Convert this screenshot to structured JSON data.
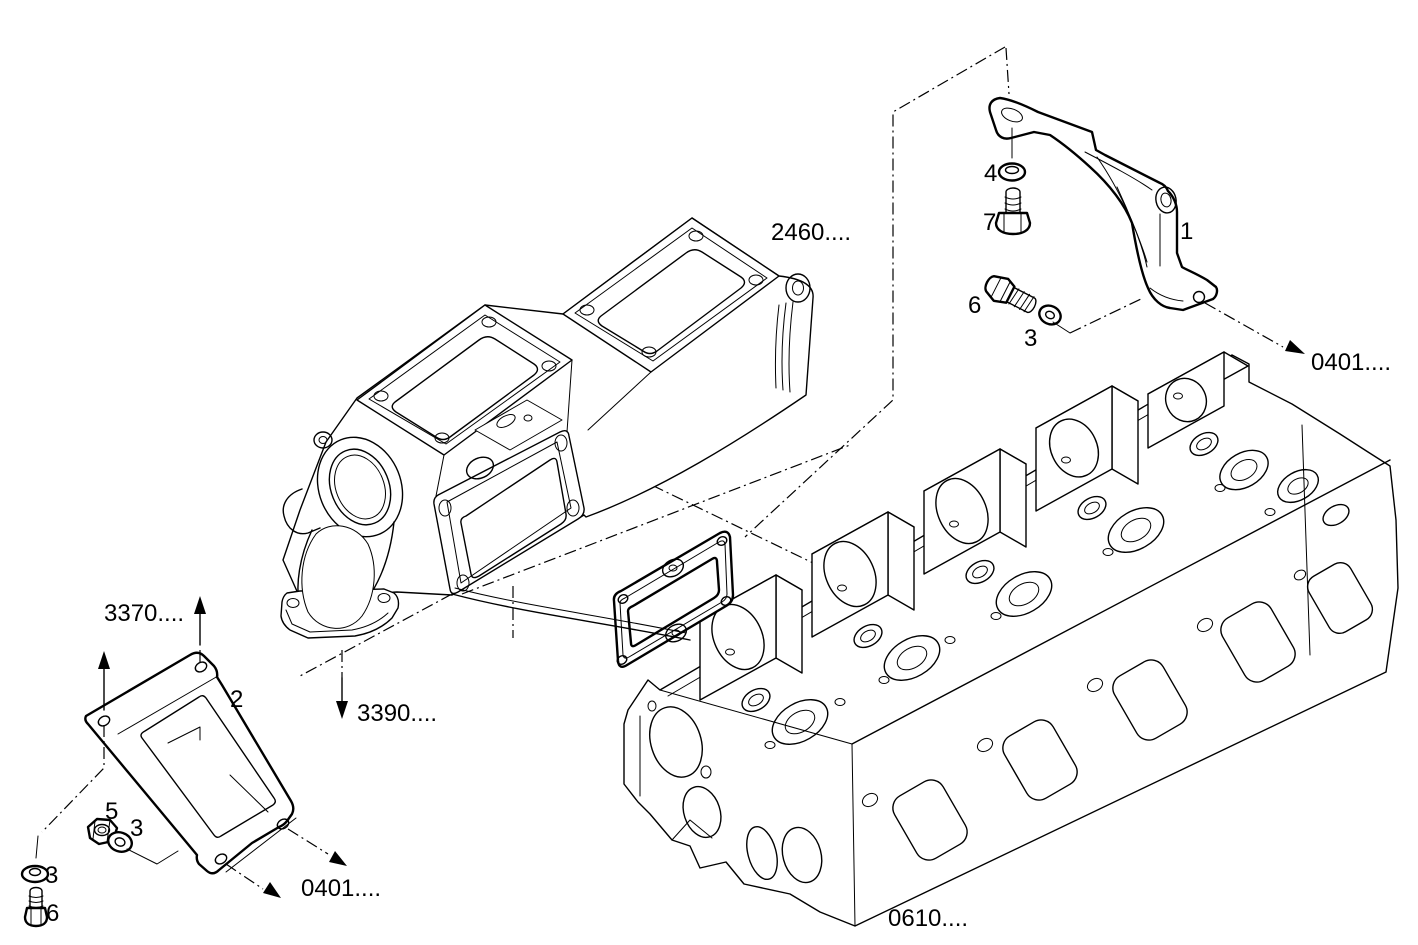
{
  "figure": {
    "kind": "exploded-parts-diagram",
    "subject": "intake manifold, brackets and cylinder head",
    "colors": {
      "line": "#000000",
      "background": "#ffffff",
      "text": "#000000"
    }
  },
  "labels": {
    "ref_2460": "2460....",
    "part_1": "1",
    "part_4": "4",
    "part_7": "7",
    "part_6_upper": "6",
    "part_3_upper": "3",
    "ref_0401_upper": "0401....",
    "ref_3370": "3370....",
    "part_2": "2",
    "ref_3390": "3390....",
    "part_5": "5",
    "part_3_mid": "3",
    "part_3_lower": "3",
    "part_6_lower": "6",
    "ref_0401_lower": "0401....",
    "ref_0610": "0610...."
  }
}
